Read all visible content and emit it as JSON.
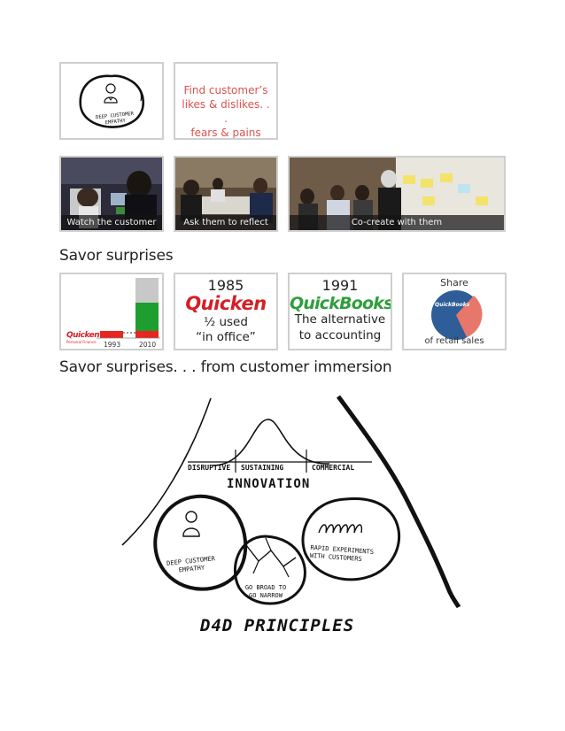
{
  "row1": {
    "empathy_sketch_text": "DEEP CUSTOMER EMPATHY",
    "findings_text": "Find customer’s\nlikes & dislikes. . .\nfears & pains"
  },
  "row2": {
    "captions": [
      "Watch the customer",
      "Ask them to reflect",
      "Co-create with them"
    ]
  },
  "heading1": "Savor surprises",
  "row3": {
    "chart": {
      "logo": "Quicken",
      "logo_sub": "Personal Finance",
      "year_left": "1993",
      "year_right": "2010"
    },
    "card_1985": {
      "year": "1985",
      "logo": "Quicken",
      "line1": "½ used",
      "line2": "“in office”"
    },
    "card_1991": {
      "year": "1991",
      "logo": "QuickBooks",
      "line1": "The alternative",
      "line2": "to accounting"
    },
    "card_share": {
      "title": "Share",
      "pie_label": "QuickBooks",
      "caption": "of retail sales"
    }
  },
  "heading2": "Savor surprises. . . from customer immersion",
  "sketch": {
    "axis_left": "DISRUPTIVE",
    "axis_mid": "SUSTAINING",
    "axis_right": "COMMERCIAL",
    "innovation": "INNOVATION",
    "circle1": "DEEP CUSTOMER EMPATHY",
    "circle2": "GO BROAD TO GO NARROW",
    "circle3": "RAPID EXPERIMENTS WITH CUSTOMERS",
    "principles": "D4D PRINCIPLES"
  },
  "colors": {
    "red": "#d9534f",
    "quicken_red": "#d41f26",
    "qb_green": "#2f9e3c",
    "bar_green": "#1e9e2f",
    "pie_blue": "#2e5d97",
    "pie_slice": "#e8776b"
  }
}
